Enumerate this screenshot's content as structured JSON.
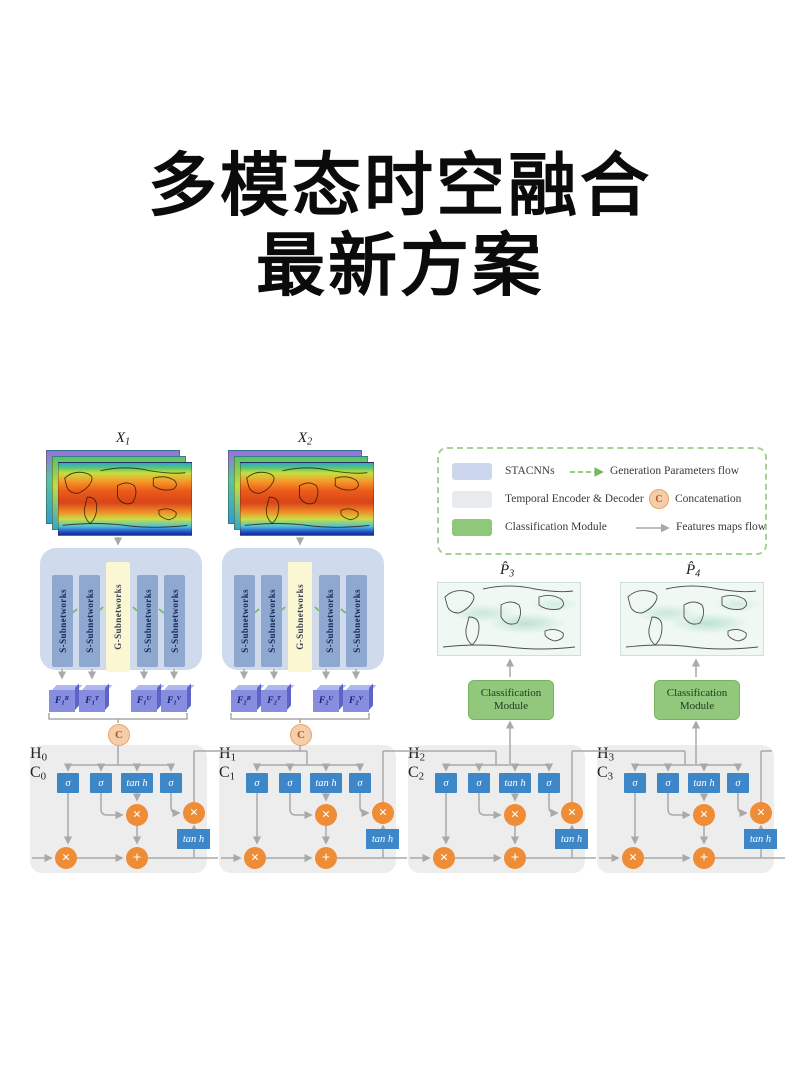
{
  "title": {
    "line1": "多模态时空融合",
    "line2": "最新方案"
  },
  "columns": [
    {
      "input_label": {
        "base": "X",
        "sub": "1"
      },
      "subnetworks": {
        "s": "S-Subnetworks",
        "g": "G-Subnetworks"
      },
      "features": [
        {
          "base": "F",
          "sub": "1",
          "sup": "R"
        },
        {
          "base": "F",
          "sub": "1",
          "sup": "T"
        },
        {
          "base": "F",
          "sub": "1",
          "sup": "U"
        },
        {
          "base": "F",
          "sub": "1",
          "sup": "V"
        }
      ],
      "concat": "C"
    },
    {
      "input_label": {
        "base": "X",
        "sub": "2"
      },
      "subnetworks": {
        "s": "S-Subnetworks",
        "g": "G-Subnetworks"
      },
      "features": [
        {
          "base": "F",
          "sub": "2",
          "sup": "R"
        },
        {
          "base": "F",
          "sub": "2",
          "sup": "T"
        },
        {
          "base": "F",
          "sub": "2",
          "sup": "U"
        },
        {
          "base": "F",
          "sub": "2",
          "sup": "V"
        }
      ],
      "concat": "C"
    }
  ],
  "legend": {
    "rows": [
      {
        "label": "STACNNs",
        "flow_label": "Generation Parameters flow"
      },
      {
        "label": "Temporal Encoder & Decoder",
        "concat_symbol": "C",
        "flow_label": "Concatenation"
      },
      {
        "label": "Classification Module",
        "flow_label": "Features maps flow"
      }
    ]
  },
  "predictions": [
    {
      "base": "P̂",
      "sub": "3"
    },
    {
      "base": "P̂",
      "sub": "4"
    }
  ],
  "modules": [
    {
      "line1": "Classification",
      "line2": "Module"
    },
    {
      "line1": "Classification",
      "line2": "Module"
    }
  ],
  "cells": [
    {
      "h": {
        "base": "H",
        "sub": "0"
      },
      "c": {
        "base": "C",
        "sub": "0"
      },
      "gates": [
        "σ",
        "σ",
        "tan h",
        "σ"
      ],
      "tanh": "tan h"
    },
    {
      "h": {
        "base": "H",
        "sub": "1"
      },
      "c": {
        "base": "C",
        "sub": "1"
      },
      "gates": [
        "σ",
        "σ",
        "tan h",
        "σ"
      ],
      "tanh": "tan h"
    },
    {
      "h": {
        "base": "H",
        "sub": "2"
      },
      "c": {
        "base": "C",
        "sub": "2"
      },
      "gates": [
        "σ",
        "σ",
        "tan h",
        "σ"
      ],
      "tanh": "tan h"
    },
    {
      "h": {
        "base": "H",
        "sub": "3"
      },
      "c": {
        "base": "C",
        "sub": "3"
      },
      "gates": [
        "σ",
        "σ",
        "tan h",
        "σ"
      ],
      "tanh": "tan h"
    }
  ],
  "ops": {
    "mult": "×",
    "add": "+"
  },
  "colors": {
    "title_text": "#0b0b0b",
    "stacnn_fill": "#cfdaed",
    "s_bar_fill": "#8ea8cf",
    "g_bar_fill": "#fbf7d3",
    "cube_fill": "#878ee0",
    "concat_fill": "#f6cda9",
    "gate_blue": "#3d87c8",
    "node_orange": "#ee8d35",
    "cell_gray": "#ededee",
    "module_green": "#92c87c",
    "legend_border_green": "#a7d296",
    "generation_flow_green": "#72b95c",
    "wire_gray": "#a9a9a9"
  }
}
